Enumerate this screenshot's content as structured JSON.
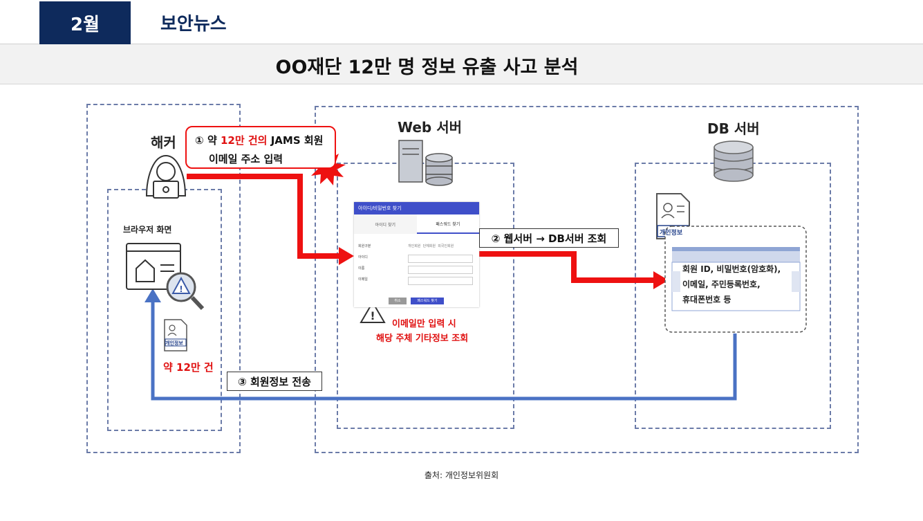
{
  "header": {
    "month": "2월",
    "section": "보안뉴스"
  },
  "title": "OO재단 12만 명 정보 유출 사고 분석",
  "hacker": {
    "label": "해커",
    "screen_label": "브라우저 화면",
    "count_label": "약 12만 건",
    "doc_label": "개인정보"
  },
  "callout1": {
    "num": "①",
    "prefix": "약",
    "highlight": "12만 건의",
    "suffix": "JAMS 회원",
    "line2": "이메일 주소 입력"
  },
  "web": {
    "label": "Web 서버",
    "form_title": "아이디/비밀번호 찾기",
    "tab_id": "아이디 찾기",
    "tab_pw": "패스워드 찾기",
    "rows": [
      "회원구분",
      "아이디",
      "이름",
      "이메일"
    ],
    "radio_opts": [
      "개인회원",
      "단체회원",
      "외국인회원"
    ],
    "btn_cancel": "취소",
    "btn_find": "패스워드 찾기",
    "warn1": "이메일만 입력 시",
    "warn2": "해당 주체 기타정보 조회"
  },
  "callout2": "② 웹서버 → DB서버 조회",
  "db": {
    "label": "DB 서버",
    "doc_label": "개인정보",
    "lines": [
      "회원 ID, 비밀번호(암호화),",
      "이메일, 주민등록번호,",
      "휴대폰번호 등"
    ]
  },
  "callout3": "③ 회원정보 전송",
  "source": "출처: 개인정보위원회",
  "colors": {
    "navy": "#0e2a5c",
    "red": "#ee1111",
    "blue": "#4a72c4",
    "dash": "#6b7ba8"
  }
}
